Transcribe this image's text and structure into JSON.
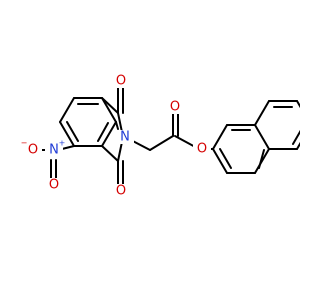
{
  "colors": {
    "bond": "#000000",
    "oxygen": "#d40000",
    "nitrogen": "#1f3bd6"
  },
  "atoms": {
    "o_top": "O",
    "o_bottom": "O",
    "o_ester": "O",
    "o_ether": "O",
    "n_ring": "N",
    "n_nitro": "N",
    "o_nitro": "O",
    "plus_charge": "+",
    "minus_charge": "−"
  }
}
